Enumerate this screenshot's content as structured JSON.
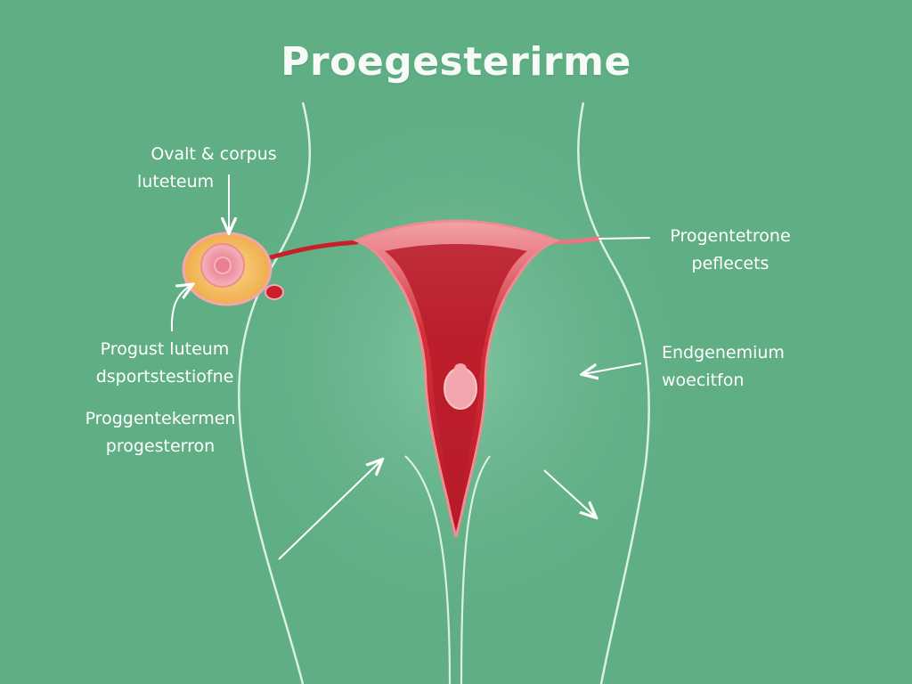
{
  "title": "Proegesterirme",
  "colors": {
    "background": "#5fae84",
    "uterus": "#c81f2c",
    "uterus_outline": "#f08b93",
    "ovary": "#f6c65e",
    "outline": "#d9f1e2",
    "text": "#ffffff"
  },
  "labels": {
    "ovary": {
      "line1": "Ovalt & corpus",
      "line2": "luteteum"
    },
    "corpus": {
      "line1": "Progust luteum",
      "line2": "dsportstestiofne"
    },
    "progesterone": {
      "line1": "Proggentekermen",
      "line2": "progesterron"
    },
    "effects": {
      "line1": "Progentetrone",
      "line2": "peflecets"
    },
    "endometrium": {
      "line1": "Endgenemium",
      "line2": "woecitfon"
    }
  }
}
